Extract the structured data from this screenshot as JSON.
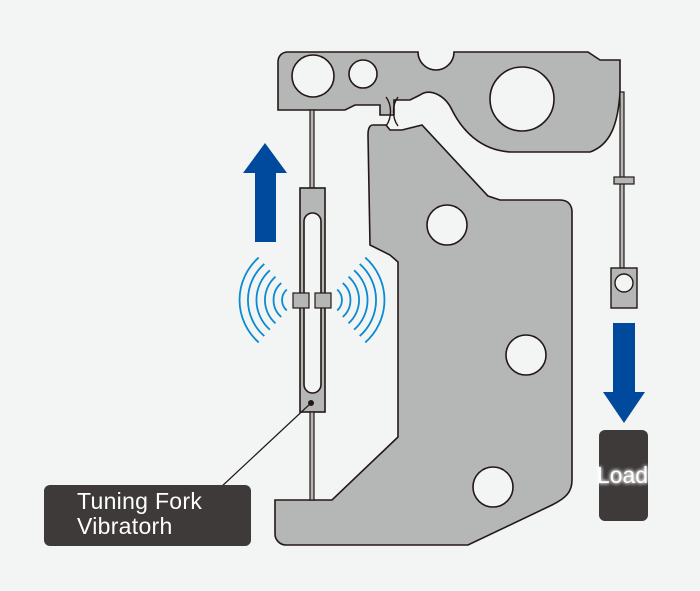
{
  "diagram": {
    "title": "Tuning fork vibrator load cell mechanism",
    "colors": {
      "background": "#f3f4f4",
      "metal_part": "#b5b6b6",
      "outline": "#231815",
      "arrow": "#004a9e",
      "vibration_waves": "#0a8bd0",
      "label_box": "#3e3a39",
      "label_text": "#ffffff"
    },
    "labels": {
      "tuning_fork": "Tuning Fork Vibratorh",
      "tuning_fork_line1": "Tuning Fork",
      "tuning_fork_line2": "Vibratorh",
      "load": "Load"
    },
    "arrows": [
      {
        "name": "tension-up-arrow",
        "direction": "up"
      },
      {
        "name": "load-down-arrow",
        "direction": "down"
      }
    ],
    "vibration_waves": {
      "left_count": 6,
      "right_count": 6
    }
  }
}
